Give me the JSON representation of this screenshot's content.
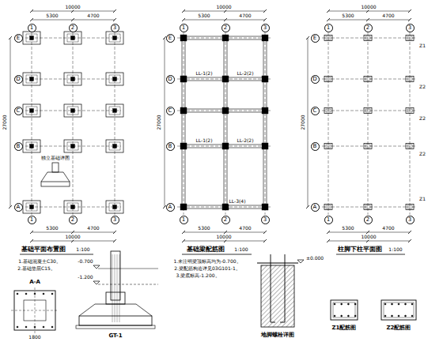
{
  "diagram": {
    "nodes": [
      {
        "text": [
          "1"
        ]
      },
      {
        "text": [
          "2"
        ]
      },
      {
        "text": [
          "3"
        ]
      },
      {
        "text": [
          "E"
        ]
      },
      {
        "text": [
          "D"
        ]
      },
      {
        "text": [
          "C"
        ]
      },
      {
        "text": [
          "B"
        ]
      },
      {
        "text": [
          "A"
        ]
      },
      {
        "text": [
          "1"
        ]
      },
      {
        "text": [
          "2"
        ]
      },
      {
        "text": [
          "3"
        ]
      },
      {
        "text": [
          "1"
        ]
      },
      {
        "text": [
          "2"
        ]
      },
      {
        "text": [
          "3"
        ]
      },
      {
        "text": [
          "E"
        ]
      },
      {
        "text": [
          "D"
        ]
      },
      {
        "text": [
          "C"
        ]
      },
      {
        "text": [
          "B"
        ]
      },
      {
        "text": [
          "A"
        ]
      },
      {
        "text": [
          "1"
        ]
      },
      {
        "text": [
          "2"
        ]
      },
      {
        "text": [
          "3"
        ]
      },
      {
        "text": [
          "1"
        ]
      },
      {
        "text": [
          "2"
        ]
      },
      {
        "text": [
          "3"
        ]
      },
      {
        "text": [
          "E"
        ]
      },
      {
        "text": [
          "D"
        ]
      },
      {
        "text": [
          "C"
        ]
      },
      {
        "text": [
          "B"
        ]
      },
      {
        "text": [
          "A"
        ]
      },
      {
        "text": [
          "1"
        ]
      },
      {
        "text": [
          "2"
        ]
      },
      {
        "text": [
          "3"
        ]
      }
    ],
    "labels": [
      "基础平面布置图",
      "1:100",
      "10000",
      "5300",
      "4700",
      "5300",
      "4700",
      "10000",
      "27000",
      "1.基础混凝土C30。",
      "2.基础垫层C15。",
      "独立基础详图",
      "基础梁配筋图",
      "1:100",
      "10000",
      "5300",
      "4700",
      "5300",
      "4700",
      "10000",
      "27000",
      "LL-1(2)",
      "LL-2(2)",
      "LL-1(2)",
      "LL-2(2)",
      "LL-3(4)",
      "1.未注明梁顶标高均为-0.700。",
      "2.梁配筋构造详见03G101-1。",
      "3.梁底标高-1.200。",
      "柱脚下柱平面图",
      "1:100",
      "10000",
      "5300",
      "4700",
      "5300",
      "4700",
      "10000",
      "27000",
      "Z1",
      "Z2",
      "Z2",
      "Z2",
      "Z1",
      "A-A",
      "GT-1",
      "-0.700",
      "-1.200",
      "±0.000",
      "地脚螺栓详图",
      "Z1配筋图",
      "Z2配筋图",
      "1800"
    ]
  }
}
